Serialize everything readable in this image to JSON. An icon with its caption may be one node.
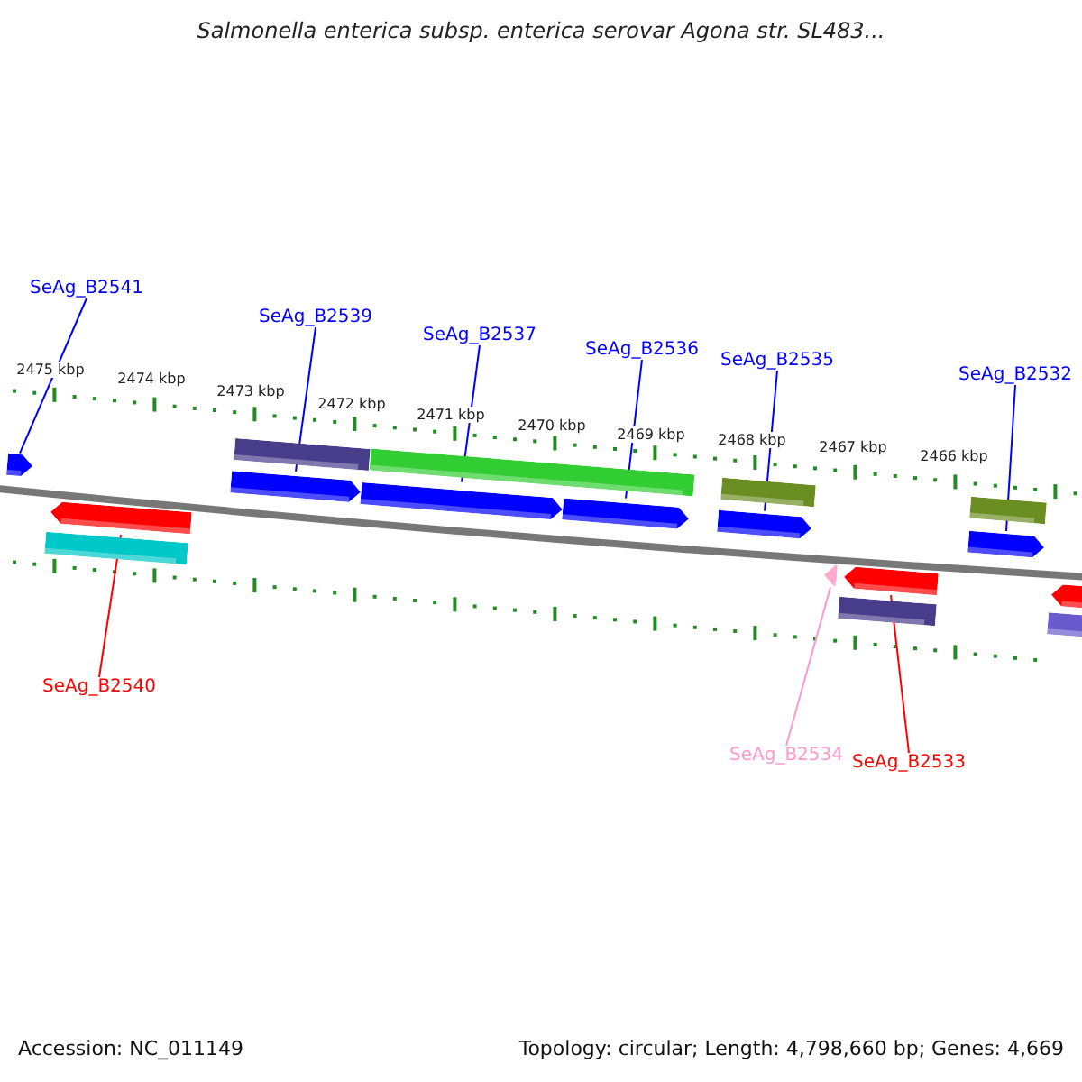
{
  "diagram": {
    "title": "Salmonella enterica subsp. enterica serovar Agona str. SL483...",
    "nodes": [
      {
        "text": [
          "SeAg_B2541"
        ]
      },
      {
        "text": [
          "SeAg_B2539"
        ]
      },
      {
        "text": [
          "SeAg_B2537"
        ]
      },
      {
        "text": [
          "SeAg_B2536"
        ]
      },
      {
        "text": [
          "SeAg_B2535"
        ]
      },
      {
        "text": [
          "SeAg_B2532"
        ]
      },
      {
        "text": [
          "SeAg_B2540"
        ]
      },
      {
        "text": [
          "SeAg_B2534"
        ]
      },
      {
        "text": [
          "SeAg_B2533"
        ]
      },
      {
        "text": [],
        "shape": "arrow"
      },
      {
        "text": [],
        "shape": "arrow"
      },
      {
        "text": [],
        "shape": "arrow"
      },
      {
        "text": [],
        "shape": "arrow"
      },
      {
        "text": [],
        "shape": "arrow"
      },
      {
        "text": [],
        "shape": "arrow"
      },
      {
        "text": [],
        "shape": "arrow"
      },
      {
        "text": [],
        "shape": "arrow"
      },
      {
        "text": [],
        "shape": "arrow"
      }
    ],
    "edges": [
      {
        "from": 0,
        "to": 9,
        "arrow": "none"
      },
      {
        "from": 1,
        "to": 10,
        "arrow": "none"
      },
      {
        "from": 2,
        "to": 11,
        "arrow": "none"
      },
      {
        "from": 3,
        "to": 12,
        "arrow": "none"
      },
      {
        "from": 4,
        "to": 13,
        "arrow": "none"
      },
      {
        "from": 5,
        "to": 14,
        "arrow": "none"
      },
      {
        "from": 6,
        "to": 15,
        "arrow": "none",
        "color": "#ff0000"
      },
      {
        "from": 7,
        "to": 16,
        "arrow": "none",
        "color": "#ff99cc"
      },
      {
        "from": 8,
        "to": 17,
        "arrow": "none",
        "color": "#ff0000"
      }
    ],
    "labels": [
      "2475 kbp",
      "2474 kbp",
      "2473 kbp",
      "2472 kbp",
      "2471 kbp",
      "2470 kbp",
      "2469 kbp",
      "2468 kbp",
      "2467 kbp",
      "2466 kbp",
      "Accession: NC_011149",
      "Topology: circular; Length: 4,798,660 bp; Genes: 4,669"
    ]
  }
}
